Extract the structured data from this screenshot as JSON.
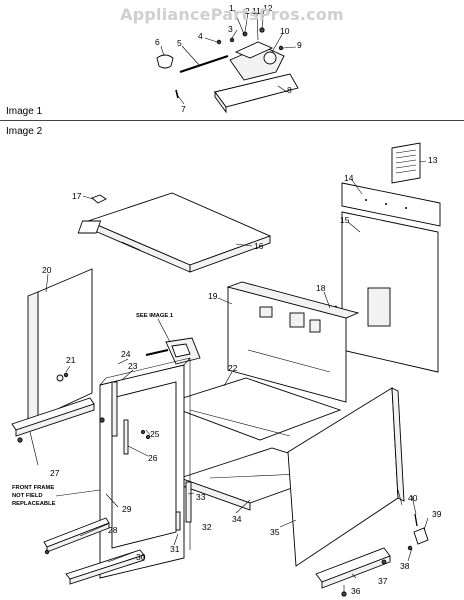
{
  "watermark": "AppliancePartsPros.com",
  "sections": {
    "image1_label": "Image 1",
    "image2_label": "Image 2"
  },
  "notes": {
    "see_image1": "SEE IMAGE 1",
    "front_frame_1": "FRONT FRAME",
    "front_frame_2": "NOT FIELD",
    "front_frame_3": "REPLACEABLE"
  },
  "callouts": {
    "c1": "1",
    "c2": "2",
    "c3": "3",
    "c4": "4",
    "c5": "5",
    "c6": "6",
    "c7": "7",
    "c8": "8",
    "c9": "9",
    "c10": "10",
    "c11": "11",
    "c12": "12",
    "c13": "13",
    "c14": "14",
    "c15": "15",
    "c16": "16",
    "c17": "17",
    "c18": "18",
    "c19": "19",
    "c20": "20",
    "c21": "21",
    "c22": "22",
    "c23": "23",
    "c24": "24",
    "c25": "25",
    "c26": "26",
    "c27": "27",
    "c28": "28",
    "c29": "29",
    "c30": "30",
    "c31": "31",
    "c32": "32",
    "c33": "33",
    "c34": "34",
    "c35": "35",
    "c36": "36",
    "c37": "37",
    "c38": "38",
    "c39": "39",
    "c40": "40"
  }
}
